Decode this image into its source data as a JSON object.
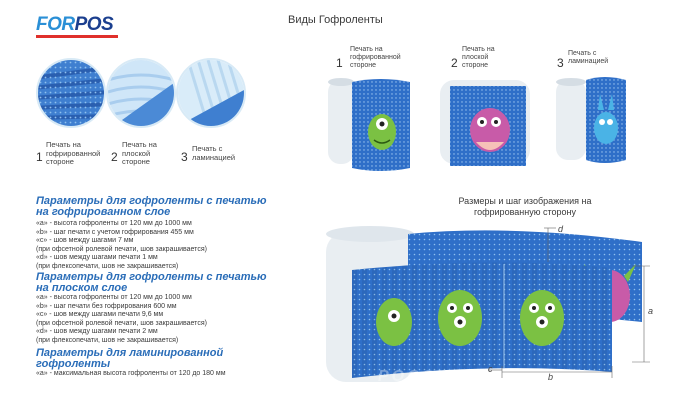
{
  "logo": {
    "part1": "FOR",
    "part2": "POS"
  },
  "page_title": "Виды Гофроленты",
  "kinds": [
    {
      "num": "1",
      "label": "Печать на гофрированной стороне"
    },
    {
      "num": "2",
      "label": "Печать на плоской стороне"
    },
    {
      "num": "3",
      "label": "Печать с ламинацией"
    }
  ],
  "top_kinds": [
    {
      "num": "1",
      "label": "Печать на гофрированной стороне"
    },
    {
      "num": "2",
      "label": "Печать на плоской стороне"
    },
    {
      "num": "3",
      "label": "Печать с ламинацией"
    }
  ],
  "sections": [
    {
      "title": "Параметры для гофроленты с печатью на гофрированном слое",
      "params": [
        "«а» - высота гофроленты  от 120 мм до 1000 мм",
        "«b» - шаг печати с учетом гофрирования  455 мм",
        "«c» - шов между шагами 7 мм",
        "(при офсетной ролевой печати, шов закрашивается)",
        "«d» - шов между шагами печати  1 мм",
        "(при флексопечати, шов не закрашивается)"
      ]
    },
    {
      "title": "Параметры для гофроленты с печатью на плоском слое",
      "params": [
        "«а» - высота гофроленты  от 120 мм до 1000 мм",
        "«b» - шаг печати без гофрирования  600 мм",
        "«c» - шов между шагами печати  9,6 мм",
        "(при офсетной ролевой печати, шов закрашивается)",
        "«d» - шов между шагами печати  2 мм",
        "(при флексопечати, шов не закрашивается)"
      ]
    },
    {
      "title": "Параметры для ламинированной гофроленты",
      "params": [
        "«а» - максимальная высота гофроленты от 120 до 180 мм"
      ]
    }
  ],
  "sizes_title": "Размеры и шаг изображения на гофрированную сторону",
  "dims": {
    "a": "a",
    "b": "b",
    "c": "c",
    "d": "d"
  },
  "watermark": "РОССИЯ",
  "colors": {
    "blue": "#2f6fc8",
    "accent": "#e0302b",
    "title_blue": "#2a6db8",
    "monster_green": "#7bc143",
    "monster_pink": "#c85ba8"
  }
}
